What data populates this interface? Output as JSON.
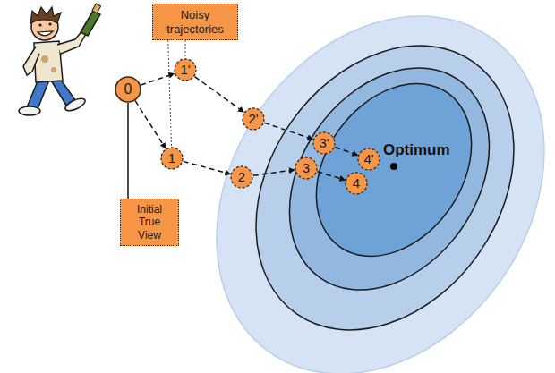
{
  "diagram": {
    "nodes": [
      {
        "text": [
          "Noisy trajectories"
        ]
      },
      {
        "text": [
          "0"
        ]
      },
      {
        "text": [
          "Initial True View"
        ]
      },
      {
        "text": [
          "1'"
        ]
      },
      {
        "text": [
          "2'"
        ]
      },
      {
        "text": [
          "3'"
        ]
      },
      {
        "text": [
          "4'"
        ]
      },
      {
        "text": [
          "1"
        ]
      },
      {
        "text": [
          "2"
        ]
      },
      {
        "text": [
          "3"
        ]
      },
      {
        "text": [
          "4"
        ]
      }
    ],
    "edges": [
      {
        "from": 0,
        "to": 3,
        "arrow": "none"
      },
      {
        "from": 0,
        "to": 7,
        "arrow": "none"
      },
      {
        "from": 1,
        "to": 2,
        "arrow": "none"
      },
      {
        "from": 1,
        "to": 3,
        "arrow": "to"
      },
      {
        "from": 3,
        "to": 4,
        "arrow": "to"
      },
      {
        "from": 4,
        "to": 5,
        "arrow": "to"
      },
      {
        "from": 5,
        "to": 6,
        "arrow": "to"
      },
      {
        "from": 1,
        "to": 7,
        "arrow": "to"
      },
      {
        "from": 7,
        "to": 8,
        "arrow": "to"
      },
      {
        "from": 8,
        "to": 9,
        "arrow": "to"
      },
      {
        "from": 9,
        "to": 10,
        "arrow": "to"
      }
    ],
    "labels": [
      "Optimum"
    ]
  }
}
